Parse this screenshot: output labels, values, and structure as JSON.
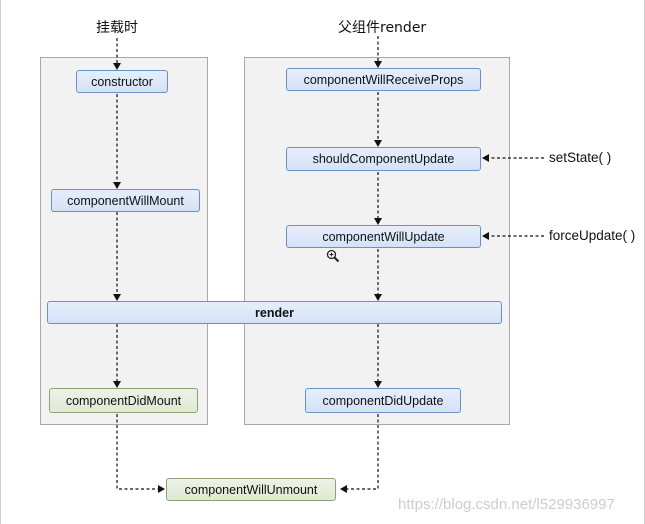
{
  "headers": {
    "mount": "挂载时",
    "parent_render": "父组件render"
  },
  "nodes": {
    "constructor": "constructor",
    "componentWillMount": "componentWillMount",
    "render": "render",
    "componentDidMount": "componentDidMount",
    "componentWillReceiveProps": "componentWillReceiveProps",
    "shouldComponentUpdate": "shouldComponentUpdate",
    "componentWillUpdate": "componentWillUpdate",
    "componentDidUpdate": "componentDidUpdate",
    "componentWillUnmount": "componentWillUnmount"
  },
  "triggers": {
    "setState": "setState( )",
    "forceUpdate": "forceUpdate( )"
  },
  "watermark": "https://blog.csdn.net/l529936997",
  "icons": {
    "cursor": "zoom-in-icon"
  },
  "colors": {
    "node_fill": "#d4e2f7",
    "node_border": "#6a90c6",
    "green_fill": "#dfe9d4",
    "green_border": "#8aa278",
    "panel_fill": "#f2f2f2"
  }
}
